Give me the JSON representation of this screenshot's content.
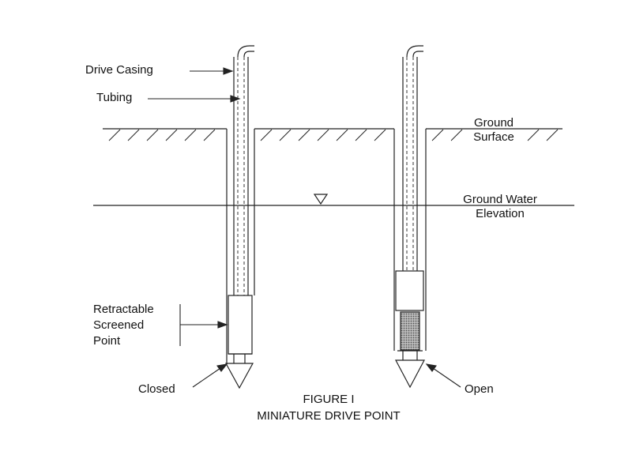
{
  "labels": {
    "drive_casing": "Drive Casing",
    "tubing": "Tubing",
    "ground_surface_1": "Ground",
    "ground_surface_2": "Surface",
    "ground_water_1": "Ground Water",
    "ground_water_2": "Elevation",
    "retractable_1": "Retractable",
    "retractable_2": "Screened",
    "retractable_3": "Point",
    "closed": "Closed",
    "open": "Open"
  },
  "caption": {
    "line1": "FIGURE I",
    "line2": "MINIATURE DRIVE POINT"
  },
  "colors": {
    "ink": "#222222",
    "screen": "#999999"
  }
}
